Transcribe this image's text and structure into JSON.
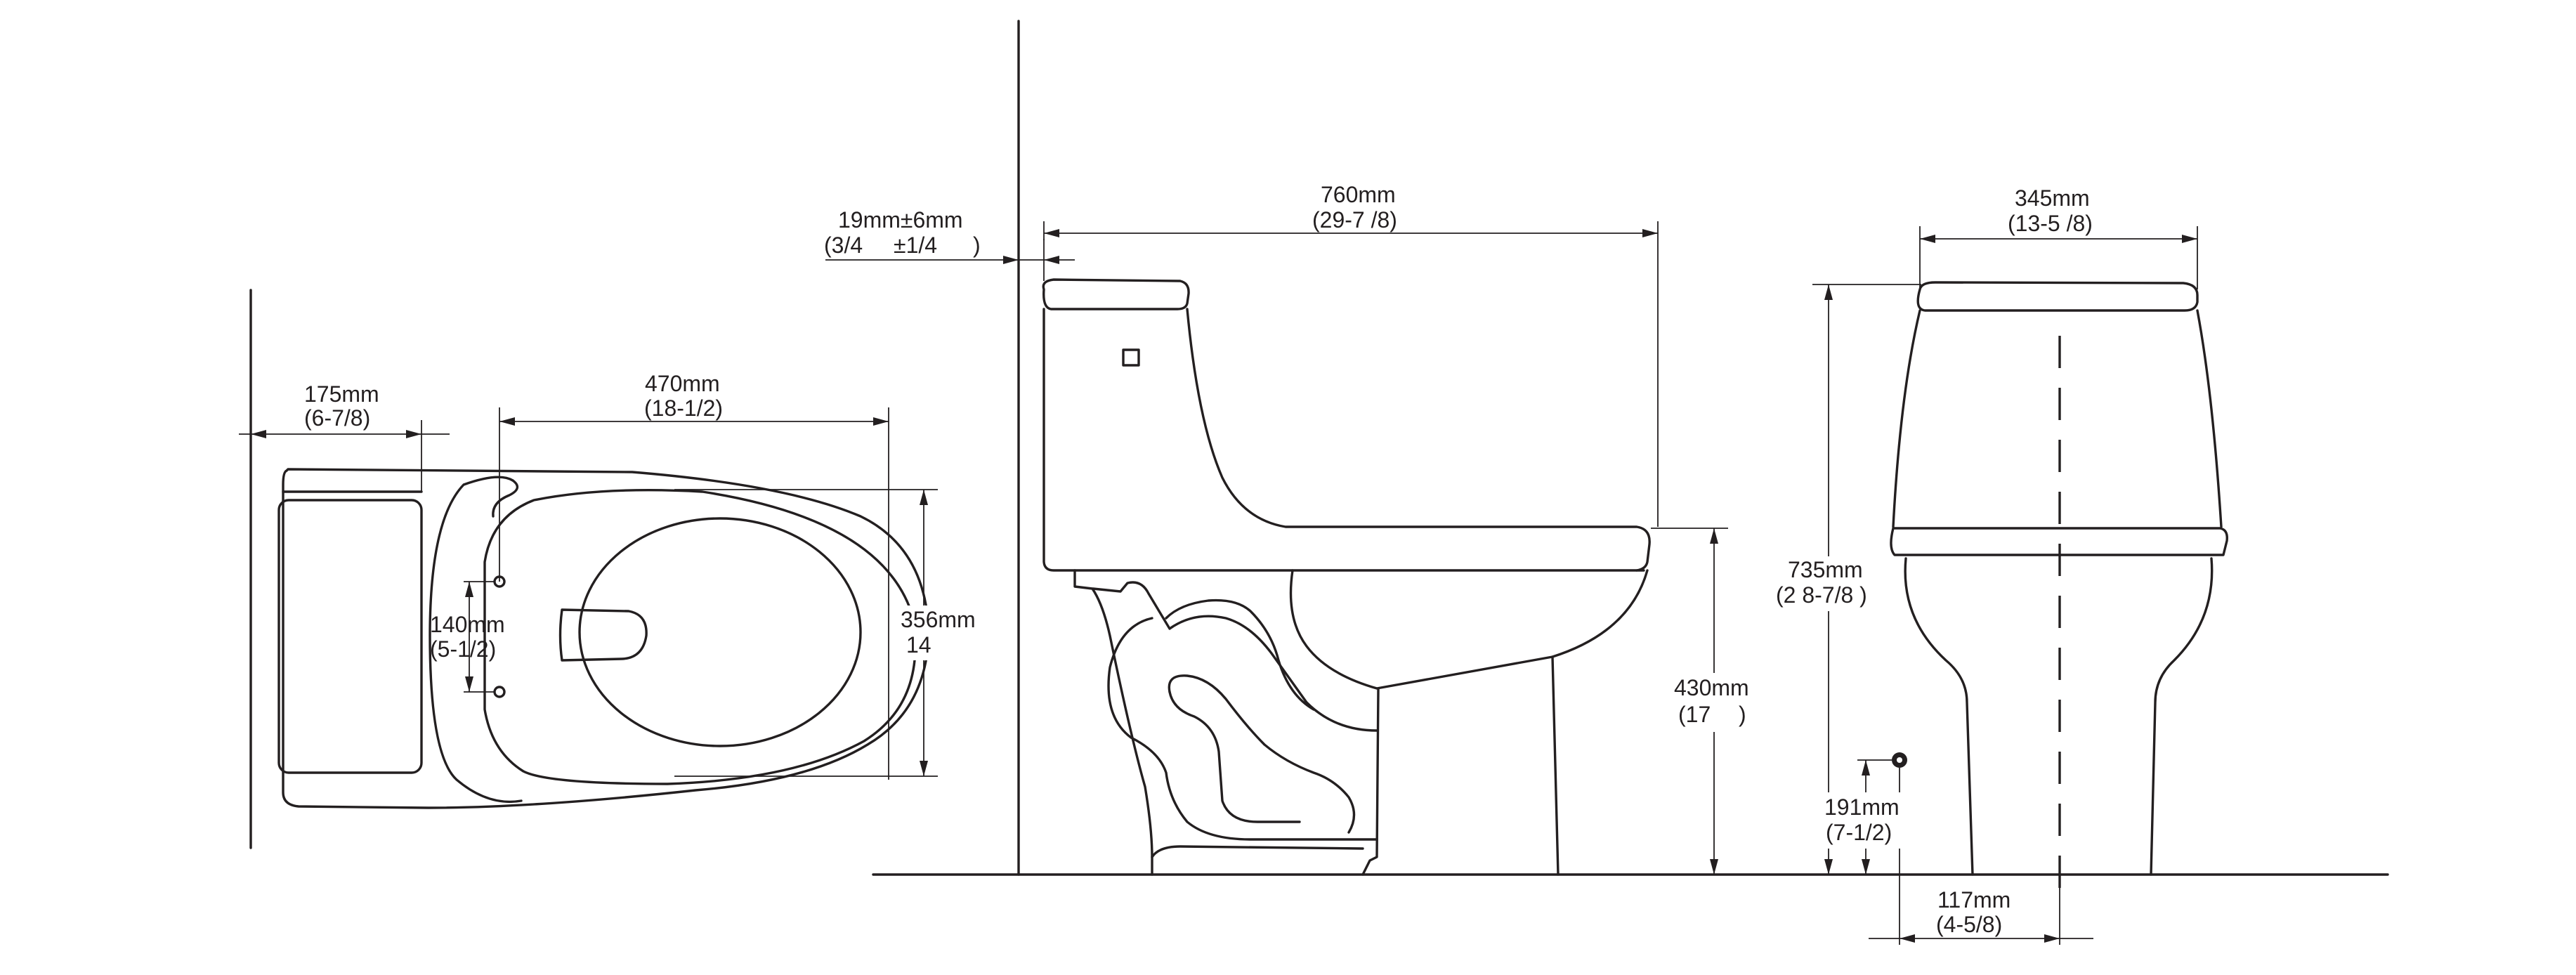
{
  "top_view": {
    "depth_mm": "175mm",
    "depth_in": "(6-7/8)",
    "length_mm": "470mm",
    "length_in": "(18-1/2)",
    "bolt_spacing_mm": "140mm",
    "bolt_spacing_in": "(5-1/2)",
    "width_mm": "356mm",
    "width_in": "14"
  },
  "side_view": {
    "wall_gap_mm": "19mm±6mm",
    "wall_gap_in_a": "(3/4",
    "wall_gap_in_b": "±1/4",
    "wall_gap_in_c": ")",
    "overall_length_mm": "760mm",
    "overall_length_in": "(29-7 /8)",
    "seat_height_mm": "430mm",
    "seat_height_in_a": "(17",
    "seat_height_in_b": ")"
  },
  "front_view": {
    "width_mm": "345mm",
    "width_in": "(13-5 /8)",
    "height_mm": "735mm",
    "height_in": "(2 8-7/8 )",
    "supply_height_mm": "191mm",
    "supply_height_in": "(7-1/2)",
    "supply_offset_mm": "117mm",
    "supply_offset_in": "(4-5/8)"
  }
}
